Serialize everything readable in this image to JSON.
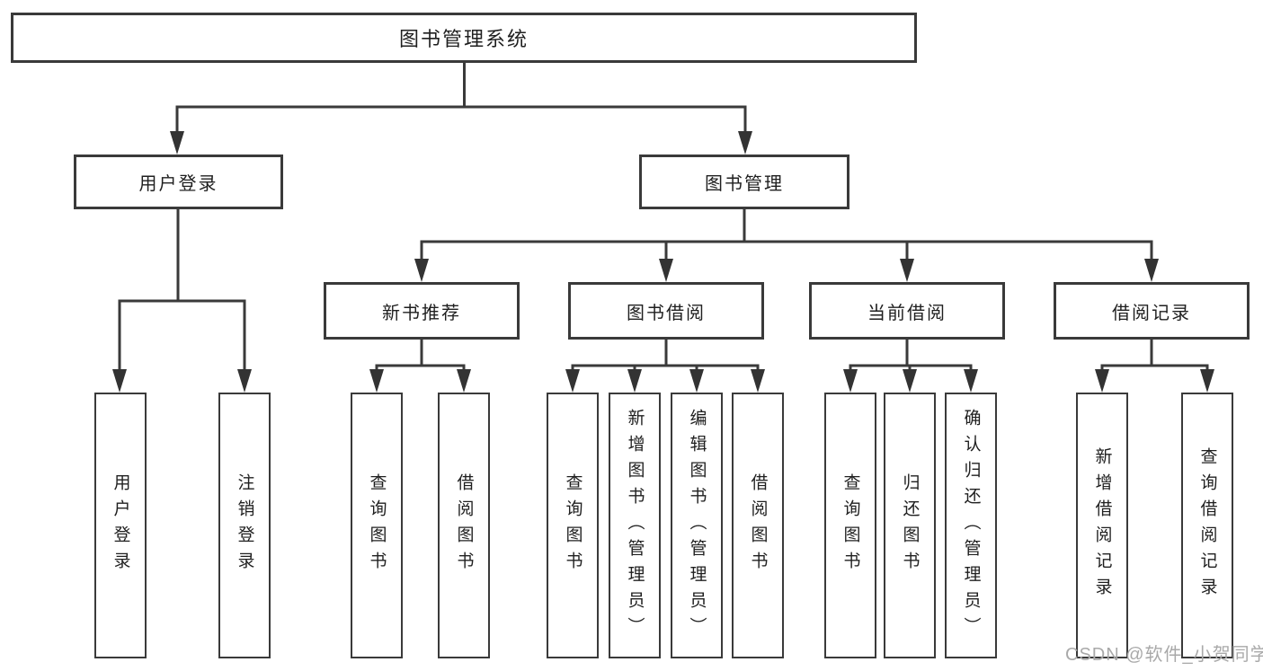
{
  "diagram": {
    "root": {
      "label": "图书管理系统"
    },
    "level2": [
      {
        "label": "用户登录"
      },
      {
        "label": "图书管理"
      }
    ],
    "level3": [
      {
        "label": "新书推荐"
      },
      {
        "label": "图书借阅"
      },
      {
        "label": "当前借阅"
      },
      {
        "label": "借阅记录"
      }
    ],
    "leaves": [
      {
        "label": "用户登录",
        "parent": "用户登录"
      },
      {
        "label": "注销登录",
        "parent": "用户登录"
      },
      {
        "label": "查询图书",
        "parent": "新书推荐"
      },
      {
        "label": "借阅图书",
        "parent": "新书推荐"
      },
      {
        "label": "查询图书",
        "parent": "图书借阅"
      },
      {
        "label": "新增图书（管理员）",
        "parent": "图书借阅"
      },
      {
        "label": "编辑图书（管理员）",
        "parent": "图书借阅"
      },
      {
        "label": "借阅图书",
        "parent": "图书借阅"
      },
      {
        "label": "查询图书",
        "parent": "当前借阅"
      },
      {
        "label": "归还图书",
        "parent": "当前借阅"
      },
      {
        "label": "确认归还（管理员）",
        "parent": "当前借阅"
      },
      {
        "label": "新增借阅记录",
        "parent": "借阅记录"
      },
      {
        "label": "查询借阅记录",
        "parent": "借阅记录"
      }
    ]
  },
  "watermark": "CSDN @软件_小贺同学",
  "colors": {
    "line": "#3a3a3a",
    "arrow": "#333333",
    "box_border": "#3a3a3a",
    "text": "#1f1f1f",
    "watermark": "#a9a9a9",
    "background": "#ffffff"
  }
}
